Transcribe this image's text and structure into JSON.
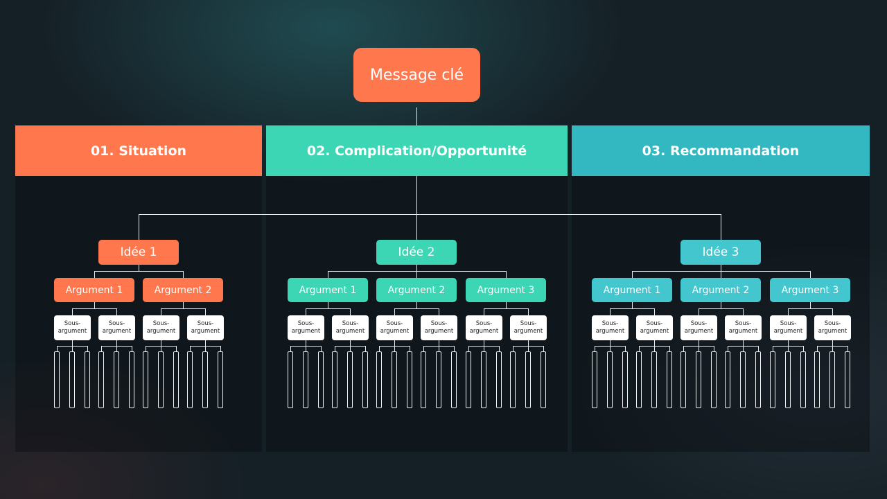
{
  "key_message": "Message clé",
  "sections": [
    {
      "label": "01. Situation",
      "color": "#FF774D"
    },
    {
      "label": "02. Complication/Opportunité",
      "color": "#3DD6B5"
    },
    {
      "label": "03. Recommandation",
      "color": "#33B8C2"
    }
  ],
  "ideas": [
    {
      "label": "Idée 1",
      "color": "#FF774D",
      "arguments": [
        "Argument 1",
        "Argument 2"
      ]
    },
    {
      "label": "Idée 2",
      "color": "#3DD6B5",
      "arguments": [
        "Argument 1",
        "Argument 2",
        "Argument 3"
      ]
    },
    {
      "label": "Idée 3",
      "color": "#44C6CF",
      "arguments": [
        "Argument 1",
        "Argument 2",
        "Argument 3"
      ]
    }
  ],
  "sub_argument_label": "Sous-\nargument"
}
